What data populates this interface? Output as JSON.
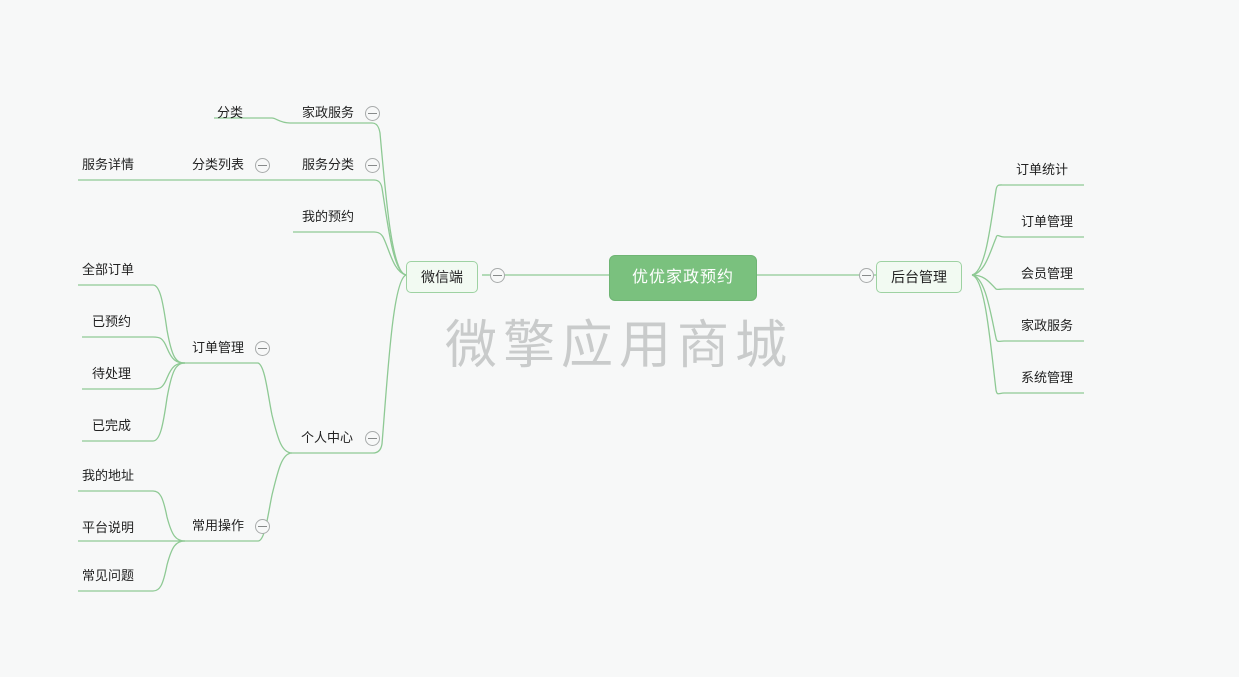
{
  "canvas": {
    "background": "#f7f8f8",
    "watermark": "微擎应用商城",
    "accent_green": "#7ac17e",
    "edge_color": "#8ec994",
    "branch_fill": "#f2faf2",
    "branch_border": "#9ed2a2"
  },
  "root": {
    "label": "优优家政预约"
  },
  "branches": {
    "wechat": {
      "label": "微信端",
      "toggle": "collapse-toggle"
    },
    "admin": {
      "label": "后台管理",
      "toggle": "collapse-toggle"
    }
  },
  "wechat_children": [
    {
      "label": "家政服务",
      "has_toggle": true
    },
    {
      "label": "服务分类",
      "has_toggle": true
    },
    {
      "label": "我的预约",
      "has_toggle": false
    },
    {
      "label": "个人中心",
      "has_toggle": true
    }
  ],
  "housekeeping_children": [
    {
      "label": "分类",
      "has_toggle": false
    }
  ],
  "service_category_children": [
    {
      "label": "分类列表",
      "has_toggle": true
    }
  ],
  "category_list_children": [
    {
      "label": "服务详情",
      "has_toggle": false
    }
  ],
  "personal_center_children": [
    {
      "label": "订单管理",
      "has_toggle": true
    },
    {
      "label": "常用操作",
      "has_toggle": true
    }
  ],
  "order_manage_children": [
    {
      "label": "全部订单",
      "has_toggle": false
    },
    {
      "label": "已预约",
      "has_toggle": false
    },
    {
      "label": "待处理",
      "has_toggle": false
    },
    {
      "label": "已完成",
      "has_toggle": false
    }
  ],
  "common_ops_children": [
    {
      "label": "我的地址",
      "has_toggle": false
    },
    {
      "label": "平台说明",
      "has_toggle": false
    },
    {
      "label": "常见问题",
      "has_toggle": false
    }
  ],
  "admin_children": [
    {
      "label": "订单统计",
      "has_toggle": false
    },
    {
      "label": "订单管理",
      "has_toggle": false
    },
    {
      "label": "会员管理",
      "has_toggle": false
    },
    {
      "label": "家政服务",
      "has_toggle": false
    },
    {
      "label": "系统管理",
      "has_toggle": false
    }
  ]
}
